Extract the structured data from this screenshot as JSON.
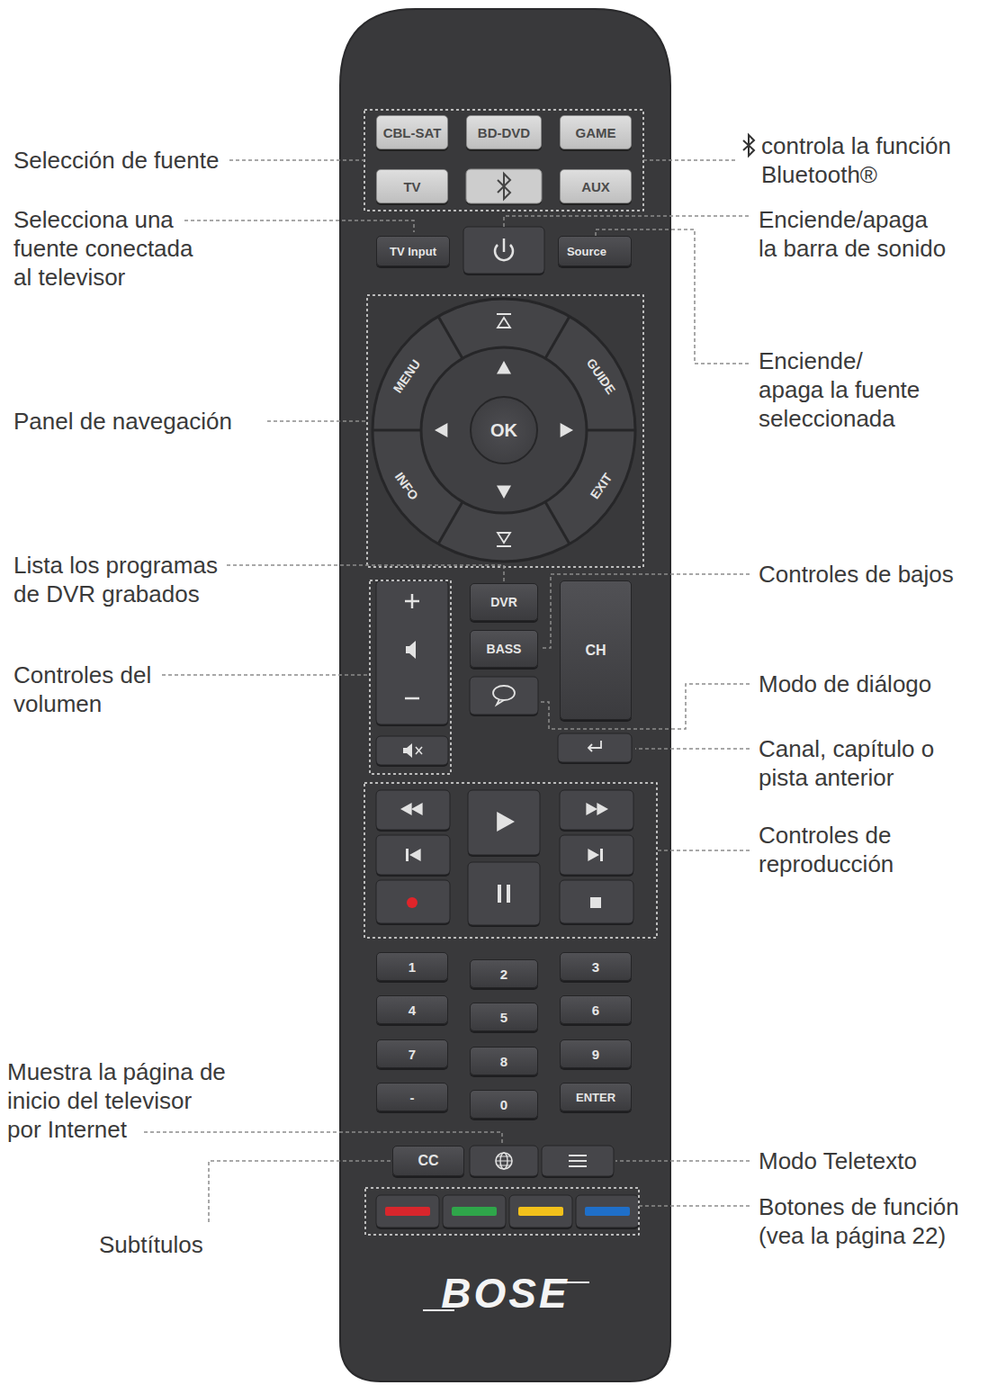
{
  "diagram": {
    "nodes": [
      {
        "text": [
          "BOSE"
        ]
      },
      {
        "text": [
          "CBL-SAT"
        ],
        "in": 0
      },
      {
        "text": [
          "BD-DVD"
        ],
        "in": 0
      },
      {
        "text": [
          "GAME"
        ],
        "in": 0
      },
      {
        "text": [
          "TV"
        ],
        "in": 0
      },
      {
        "text": [
          "AUX"
        ],
        "in": 0
      },
      {
        "text": [
          "TV Input"
        ],
        "in": 0
      },
      {
        "text": [
          "Source"
        ],
        "in": 0
      },
      {
        "text": [
          "OK"
        ],
        "in": 0
      },
      {
        "text": [
          "DVR"
        ],
        "in": 0
      },
      {
        "text": [
          "BASS"
        ],
        "in": 0
      },
      {
        "text": [
          "CH"
        ],
        "in": 0
      },
      {
        "text": [
          "1"
        ],
        "in": 0
      },
      {
        "text": [
          "2"
        ],
        "in": 0
      },
      {
        "text": [
          "3"
        ],
        "in": 0
      },
      {
        "text": [
          "4"
        ],
        "in": 0
      },
      {
        "text": [
          "5"
        ],
        "in": 0
      },
      {
        "text": [
          "6"
        ],
        "in": 0
      },
      {
        "text": [
          "7"
        ],
        "in": 0
      },
      {
        "text": [
          "8"
        ],
        "in": 0
      },
      {
        "text": [
          "9"
        ],
        "in": 0
      },
      {
        "text": [
          "-"
        ],
        "in": 0
      },
      {
        "text": [
          "0"
        ],
        "in": 0
      },
      {
        "text": [
          "ENTER"
        ],
        "in": 0
      },
      {
        "text": [
          "CC"
        ],
        "in": 0
      }
    ],
    "labels": [
      "Selección de fuente",
      "controla la función Bluetooth®",
      "Selecciona una fuente conectada al televisor",
      "Enciende/apaga la barra de sonido",
      "Enciende/ apaga la fuente seleccionada",
      "MENU",
      "GUIDE",
      "INFO",
      "EXIT",
      "Panel de navegación",
      "Lista los programas de DVR grabados",
      "Controles de bajos",
      "Controles del volumen",
      "Modo de diálogo",
      "Canal, capítulo o pista anterior",
      "Controles de reproducción",
      "Muestra la página de inicio del televisor por Internet",
      "Modo Teletexto",
      "Botones de función (vea la página 22)",
      "Subtítulos"
    ]
  }
}
